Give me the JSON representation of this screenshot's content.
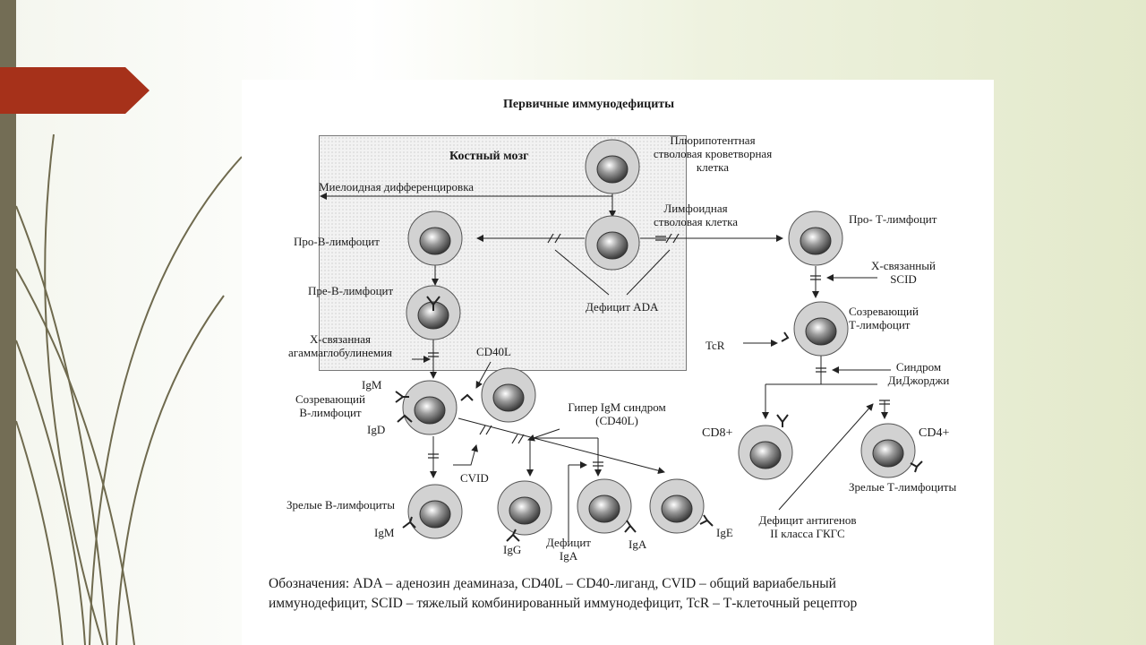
{
  "diagram": {
    "title": "Первичные иммунодефициты",
    "bone_marrow": "Костный мозг",
    "stem_cell": [
      "Плюрипотентная",
      "стволовая кроветворная",
      "клетка"
    ],
    "myeloid": "Миелоидная дифференцировка",
    "lymphoid_stem": [
      "Лимфоидная",
      "стволовая клетка"
    ],
    "pro_b": "Про-В-лимфоцит",
    "pre_b": "Пре-В-лимфоцит",
    "ada": "Дефицит ADA",
    "pro_t": "Про- Т-лимфоцит",
    "x_scid": [
      "Х-связанный",
      "SCID"
    ],
    "maturing_t": [
      "Созревающий",
      "Т-лимфоцит"
    ],
    "tcr": "TcR",
    "digeorge": [
      "Синдром",
      "ДиДжорджи"
    ],
    "cd8": "CD8+",
    "cd4": "CD4+",
    "mature_t": "Зрелые Т-лимфоциты",
    "mhc": [
      "Дефицит антигенов",
      "II класса ГКГС"
    ],
    "x_agamma": [
      "Х-связанная",
      "агаммаглобулинемия"
    ],
    "cd40l": "CD40L",
    "igm_top": "IgM",
    "maturing_b": [
      "Созревающий",
      "В-лимфоцит"
    ],
    "igd": "IgD",
    "hyper_igm": [
      "Гипер IgM синдром",
      "(CD40L)"
    ],
    "cvid": "CVID",
    "mature_b": "Зрелые В-лимфоциты",
    "igm_bottom": "IgM",
    "igg": "IgG",
    "iga_def": [
      "Дефицит",
      "IgA"
    ],
    "iga": "IgA",
    "ige": "IgE"
  },
  "legend": {
    "line1": "Обозначения: ADA – аденозин деаминаза, CD40L – CD40-лиганд, CVID – общий вариабельный",
    "line2": "иммунодефицит, SCID – тяжелый комбинированный иммунодефицит, TcR – Т-клеточный рецептор"
  },
  "colors": {
    "accent_tab": "#a6311a",
    "strip": "#736d55",
    "decor_lines": "#6f6a4e"
  }
}
